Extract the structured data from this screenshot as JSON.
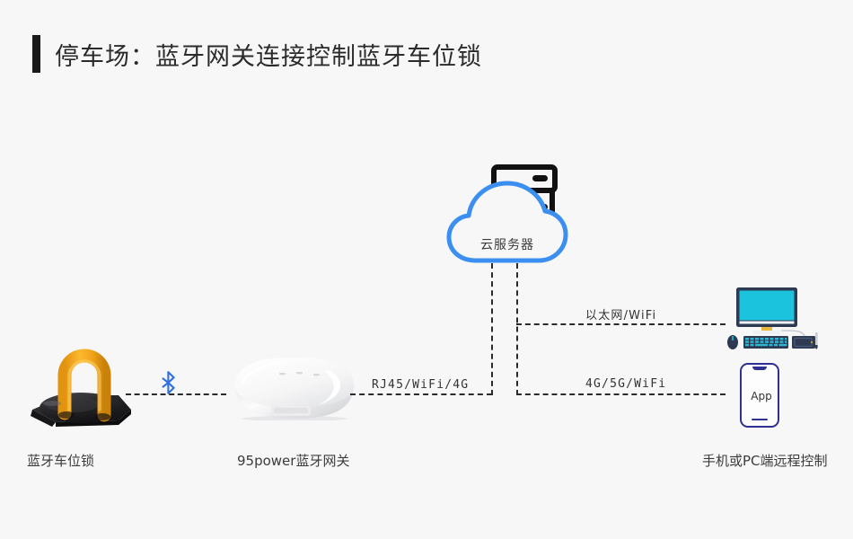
{
  "page": {
    "title": "停车场：蓝牙网关连接控制蓝牙车位锁",
    "background_color": "#f7f7f7",
    "accent_bar_color": "#1a1a1a"
  },
  "nodes": {
    "lock": {
      "caption": "蓝牙车位锁",
      "icon": "parking-lock-icon",
      "arm_color": "#f2a321",
      "base_color": "#2b2b2b"
    },
    "gateway": {
      "caption": "95power蓝牙网关",
      "icon": "bluetooth-gateway-icon",
      "body_color": "#ffffff"
    },
    "cloud": {
      "label": "云服务器",
      "icon": "cloud-server-icon",
      "cloud_color": "#3b8ff0",
      "server_color": "#111111"
    },
    "clients": {
      "caption": "手机或PC端远程控制",
      "pc": {
        "icon": "desktop-computer-icon",
        "screen_color": "#1cc3dd",
        "bezel_color": "#2d3a52",
        "keyboard_color": "#2bb8d6"
      },
      "phone": {
        "icon": "smartphone-icon",
        "screen_text": "App",
        "outline_color": "#2e3192"
      }
    }
  },
  "links": [
    {
      "id": "lock-to-gateway",
      "label": "",
      "icon": "bluetooth-icon",
      "icon_color": "#2f6fe0",
      "style": "dashed"
    },
    {
      "id": "gateway-to-cloud",
      "label": "RJ45/WiFi/4G",
      "style": "dashed"
    },
    {
      "id": "cloud-to-pc",
      "label": "以太网/WiFi",
      "style": "dashed"
    },
    {
      "id": "cloud-to-phone",
      "label": "4G/5G/WiFi",
      "style": "dashed"
    }
  ]
}
